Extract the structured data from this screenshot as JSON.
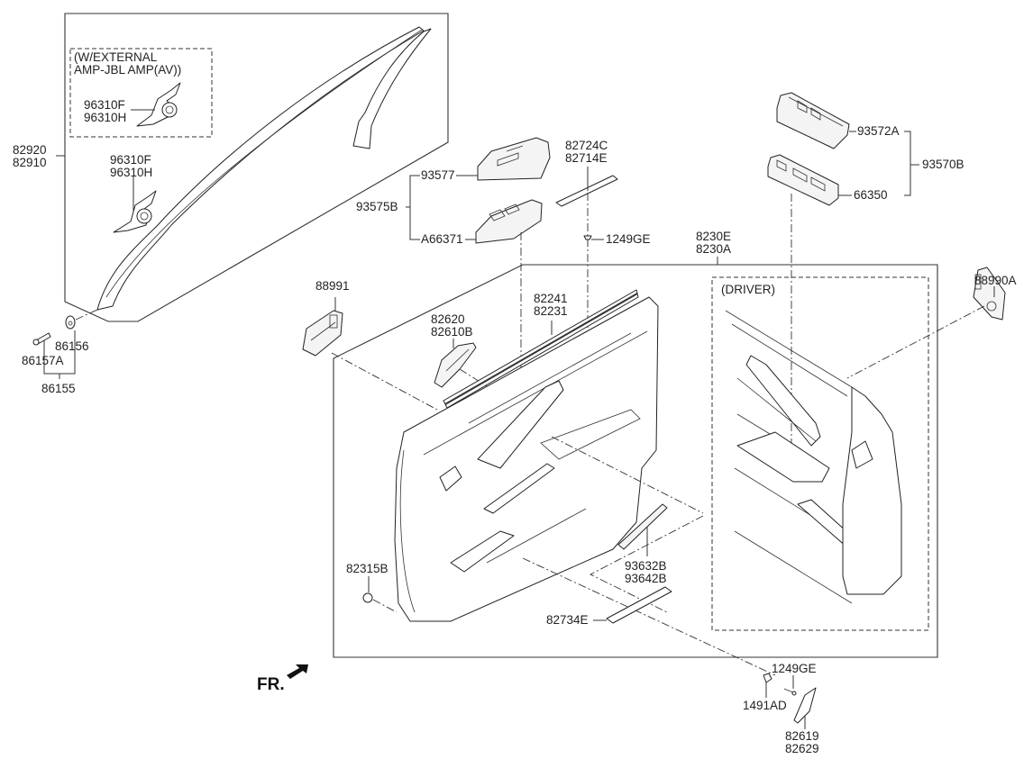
{
  "diagram": {
    "title": "Front Door Trim Panel — exploded parts view",
    "direction_marker": {
      "label": "FR.",
      "icon": "arrow-front-icon"
    },
    "notes": {
      "external_amp": "(W/EXTERNAL\nAMP-JBL AMP(AV))",
      "driver": "(DRIVER)"
    },
    "labels": {
      "glass_channel": "82920\n82910",
      "tweeter_amp": "96310F\n96310H",
      "tweeter": "96310F\n96310H",
      "fastener_clip": "86156",
      "fastener_screw": "86157A",
      "fastener_set": "86155",
      "switch_assy_passenger": "93575B",
      "switch_bezel_passenger": "93577",
      "switch_passenger": "A66371",
      "pad_upper": "82724C\n82714E",
      "screw_upper": "1249GE",
      "panel_assy": "8230E\n8230A",
      "switch_driver_bezel": "93572A",
      "switch_driver_assy": "93570B",
      "switch_driver": "66350",
      "handle_driver": "88990A",
      "handle_passenger": "88991",
      "inside_handle": "82620\n82610B",
      "weatherstrip": "82241\n82231",
      "clip_lower": "82315B",
      "mirror_switch": "93632B\n93642B",
      "pad_lower": "82734E",
      "screw_lower": "1249GE",
      "nut_lower": "1491AD",
      "cover_lower": "82619\n82629"
    }
  }
}
